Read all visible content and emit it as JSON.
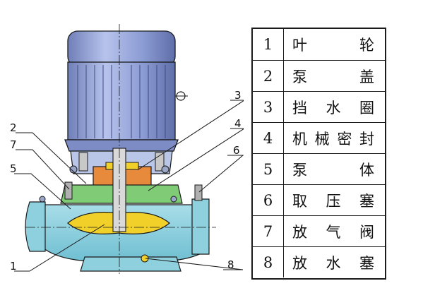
{
  "callouts": [
    "1",
    "2",
    "3",
    "4",
    "5",
    "6",
    "7",
    "8"
  ],
  "parts": [
    {
      "num": "1",
      "chars": [
        "叶",
        "轮"
      ]
    },
    {
      "num": "2",
      "chars": [
        "泵",
        "盖"
      ]
    },
    {
      "num": "3",
      "chars": [
        "挡",
        "水",
        "圈"
      ]
    },
    {
      "num": "4",
      "chars": [
        "机",
        "械",
        "密",
        "封"
      ]
    },
    {
      "num": "5",
      "chars": [
        "泵",
        "体"
      ]
    },
    {
      "num": "6",
      "chars": [
        "取",
        "压",
        "塞"
      ]
    },
    {
      "num": "7",
      "chars": [
        "放",
        "气",
        "阀"
      ]
    },
    {
      "num": "8",
      "chars": [
        "放",
        "水",
        "塞"
      ]
    }
  ],
  "colors": {
    "motor": "#8fa0d8",
    "casing": "#8fd0de",
    "impeller": "#f2d02a",
    "seal": "#e88a3c",
    "outline": "#1a1a1a"
  }
}
